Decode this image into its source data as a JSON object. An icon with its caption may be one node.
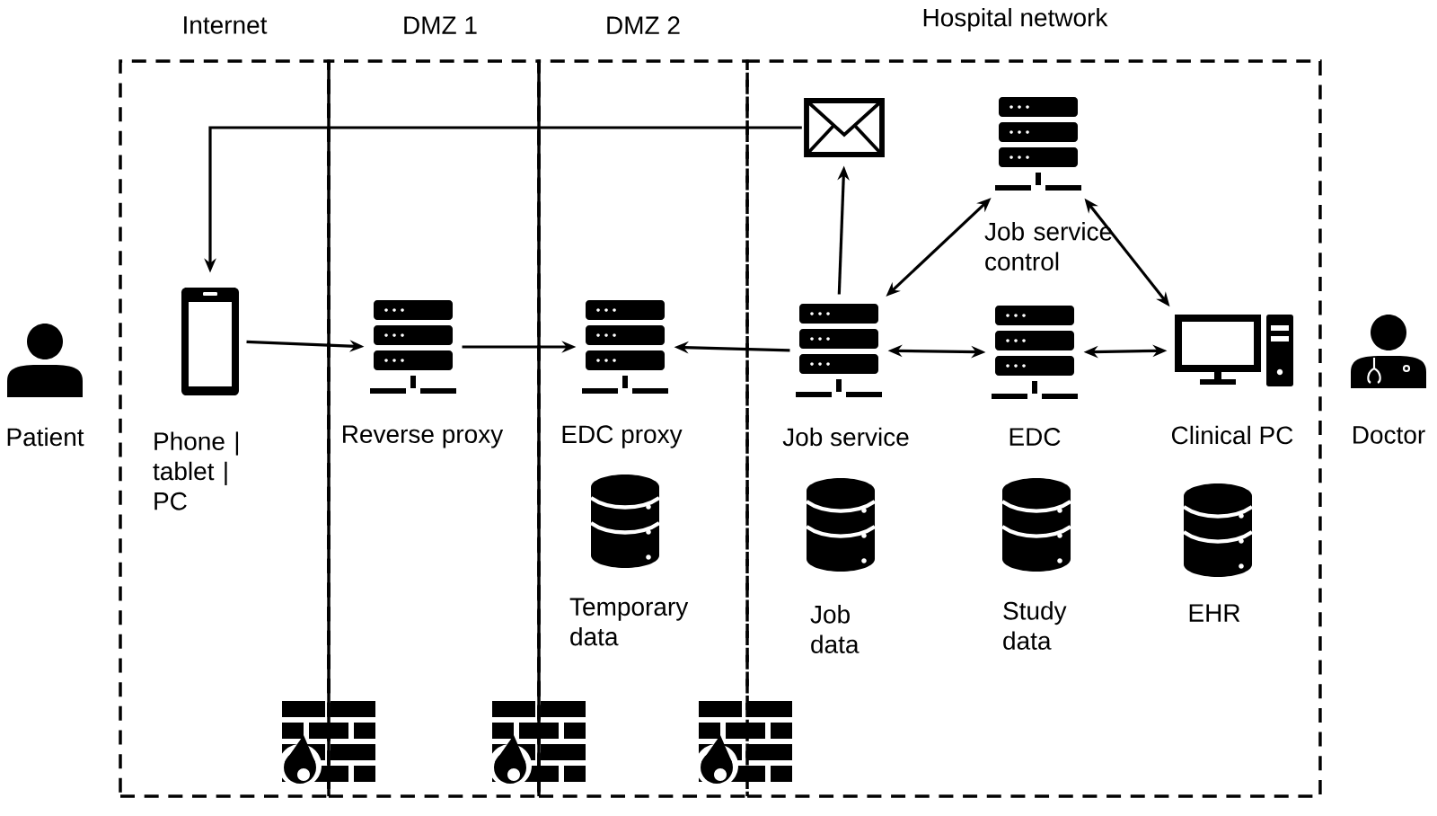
{
  "diagram": {
    "nodes": [
      {
        "text": [
          "Internet"
        ]
      },
      {
        "text": [
          "DMZ 1"
        ]
      },
      {
        "text": [
          "DMZ 2"
        ]
      },
      {
        "text": [
          "Hospital network"
        ]
      },
      {
        "text": [
          "Patient"
        ]
      },
      {
        "text": [
          "Phone | tablet | PC"
        ],
        "in": 0
      },
      {
        "text": [
          "Reverse proxy"
        ],
        "in": 1
      },
      {
        "text": [
          "EDC proxy"
        ],
        "in": 2
      },
      {
        "text": [
          "Temporary data"
        ],
        "in": 2
      },
      {
        "text": [],
        "shape": "envelope",
        "in": 3
      },
      {
        "text": [
          "Job service control"
        ],
        "in": 3
      },
      {
        "text": [
          "Job service"
        ],
        "in": 3
      },
      {
        "text": [
          "EDC"
        ],
        "in": 3
      },
      {
        "text": [
          "Clinical PC"
        ],
        "in": 3
      },
      {
        "text": [
          "Job data"
        ],
        "in": 3
      },
      {
        "text": [
          "Study data"
        ],
        "in": 3
      },
      {
        "text": [
          "EHR"
        ],
        "in": 3
      },
      {
        "text": [
          "Doctor"
        ]
      }
    ],
    "edges": [
      {
        "from": 9,
        "to": 5,
        "arrow": "to"
      },
      {
        "from": 5,
        "to": 6,
        "arrow": "to"
      },
      {
        "from": 6,
        "to": 7,
        "arrow": "to"
      },
      {
        "from": 11,
        "to": 7,
        "arrow": "to"
      },
      {
        "from": 11,
        "to": 9,
        "arrow": "to"
      },
      {
        "from": 11,
        "to": 10,
        "arrow": "both"
      },
      {
        "from": 11,
        "to": 12,
        "arrow": "both"
      },
      {
        "from": 12,
        "to": 13,
        "arrow": "both"
      },
      {
        "from": 10,
        "to": 13,
        "arrow": "both"
      }
    ]
  }
}
